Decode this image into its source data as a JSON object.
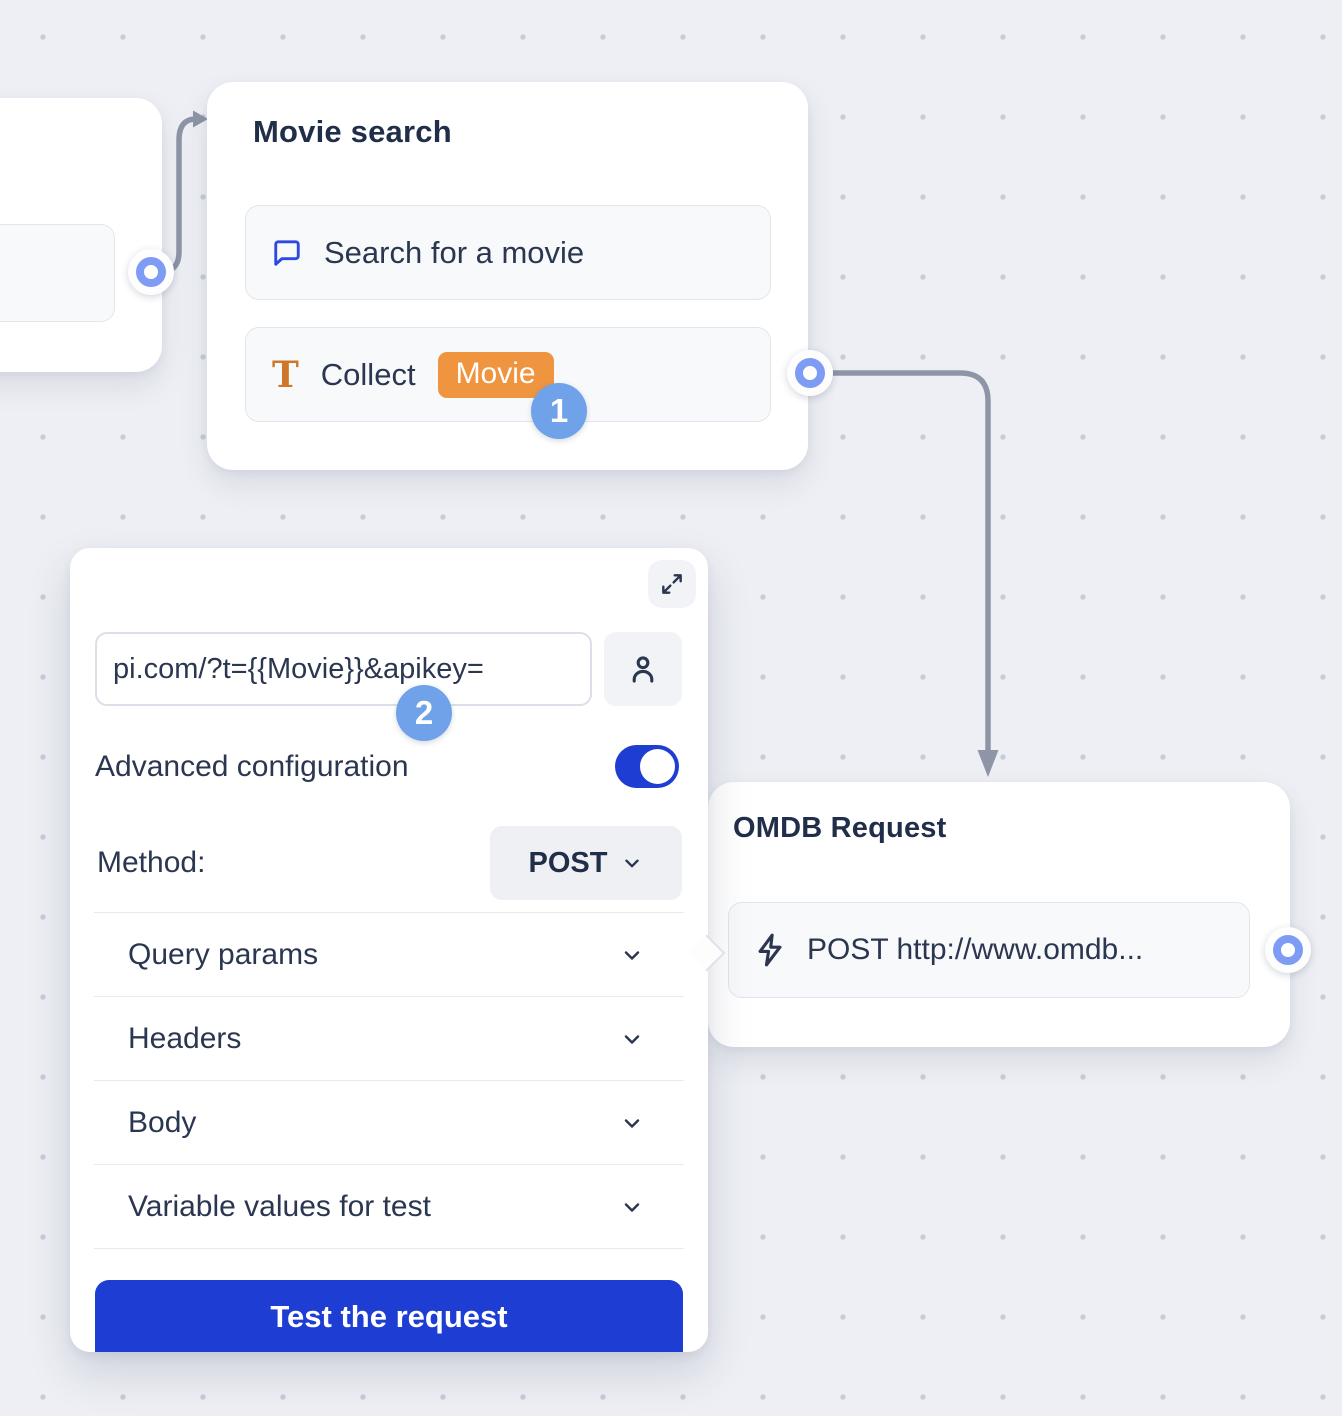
{
  "colors": {
    "canvas_bg": "#edeff4",
    "dot_grid": "#c6ccda",
    "navy_text": "#2b3750",
    "accent_blue": "#1e3dd3",
    "chat_icon_blue": "#2d49e3",
    "step_badge_blue": "#6fa2e9",
    "port_ring_blue": "#7e9cf3",
    "variable_orange": "#f0953f",
    "text_icon_orange": "#cf7628",
    "connector_gray": "#8e95a6"
  },
  "movie_card": {
    "title": "Movie search",
    "items": [
      {
        "icon": "chat-bubble-icon",
        "label": "Search for a movie"
      },
      {
        "icon": "text-collect-icon",
        "label": "Collect",
        "variable": "Movie"
      }
    ]
  },
  "step_badges": {
    "step1": "1",
    "step2": "2"
  },
  "config_panel": {
    "expand_icon": "expand-icon",
    "url_field": {
      "value": "pi.com/?t={{Movie}}&apikey=",
      "user_icon": "user-icon"
    },
    "advanced_label": "Advanced configuration",
    "advanced_toggle_on": true,
    "method_label": "Method:",
    "method_value": "POST",
    "sections": [
      {
        "label": "Query params",
        "icon": "chevron-down-icon"
      },
      {
        "label": "Headers",
        "icon": "chevron-down-icon"
      },
      {
        "label": "Body",
        "icon": "chevron-down-icon"
      },
      {
        "label": "Variable values for test",
        "icon": "chevron-down-icon"
      }
    ],
    "test_button_label": "Test the request"
  },
  "omdb_card": {
    "title": "OMDB Request",
    "item": {
      "icon": "lightning-icon",
      "label": "POST http://www.omdb..."
    }
  }
}
